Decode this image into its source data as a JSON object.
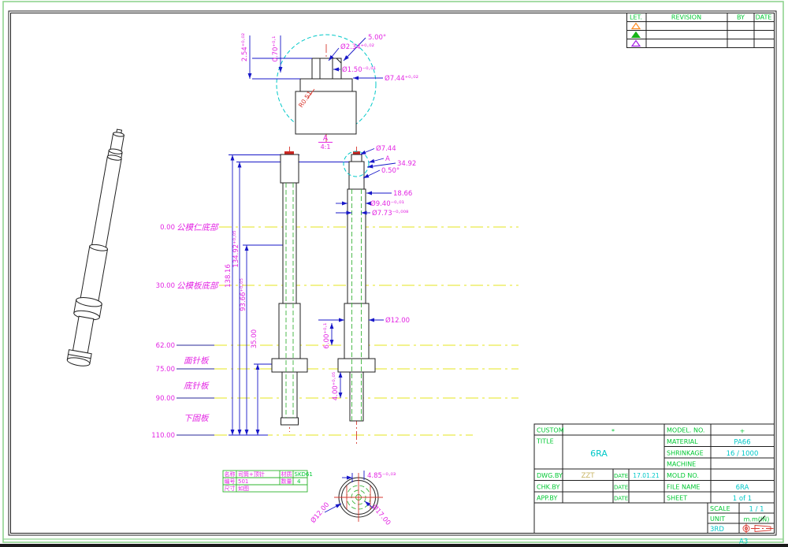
{
  "sheet": {
    "size": "A3"
  },
  "revision_table": {
    "col_let": "LET.",
    "col_revision": "REVISION",
    "col_by": "BY",
    "col_date": "DATE"
  },
  "title_block": {
    "custom_label": "CUSTOM",
    "custom_value": "*",
    "title_label": "TITLE",
    "title_value": "6RA",
    "model_label": "MODEL. NO.",
    "model_value": "+",
    "material_label": "MATERIAL",
    "material_value": "PA66",
    "shrinkage_label": "SHRINKAGE",
    "shrinkage_value": "16 / 1000",
    "machine_label": "MACHINE",
    "dwg_by_label": "DWG.BY",
    "dwg_by_value": "ZZT",
    "dwg_date_label": "DATE",
    "dwg_date_value": "17.01.21",
    "chk_by_label": "CHK.BY",
    "chk_date_label": "DATE",
    "app_by_label": "APP.BY",
    "app_date_label": "DATE",
    "mold_label": "MOLD NO.",
    "file_label": "FILE NAME",
    "file_value": "6RA",
    "sheet_label": "SHEET",
    "sheet_value": "1 of 1",
    "scale_label": "SCALE",
    "scale_value": "1 / 1",
    "unit_label": "UNIT",
    "unit_value": "m.m(IN)",
    "projection_label": "3RD"
  },
  "parts_table": {
    "r1c1": "名称",
    "r1c2": "司筒+顶针",
    "r1c3": "材质",
    "r1c4": "SKD61",
    "r2c1": "编号",
    "r2c2": "501",
    "r2c3": "数量",
    "r2c4": "4",
    "r3c1": "尺寸",
    "r3c2": "如图"
  },
  "levels": {
    "l0": "0.00",
    "l30": "30.00",
    "l62": "62.00",
    "l75": "75.00",
    "l90": "90.00",
    "l110": "110.00",
    "n0": "公模仁底部",
    "n30": "公模板底部",
    "n62": "面针板",
    "n75": "底针板",
    "n90": "下固板"
  },
  "dims": {
    "d1": "2.54⁺⁰·⁰²",
    "d2": "0.70⁺⁰·¹",
    "d3": "5.00°",
    "d4": "Ø2.34⁺⁰·⁰²",
    "d5": "Ø1.50⁻⁰·⁰¹",
    "d6": "Ø7.44⁺⁰·⁰²",
    "d7": "R0.51",
    "d8": "Ø7.44",
    "d9": "34.92",
    "d10": "0.50°",
    "d11": "18.66",
    "d12": "Ø9.40⁻⁰·⁰¹",
    "d13": "Ø7.73⁻⁰·⁰⁰⁸",
    "d14": "138.16",
    "d15": "134.92⁺⁰·⁰⁵",
    "d16": "93.66⁺⁰·⁰⁵",
    "d17": "35.00",
    "d18": "6.00⁺⁰·¹",
    "d19": "4.00⁺⁰·⁰⁵",
    "d20": "Ø12.00",
    "d21": "4.85⁻⁰·⁰³",
    "d22": "Ø12.00",
    "d23": "Ø17.00"
  },
  "detail": {
    "label": "A",
    "scale": "4:1",
    "marker": "A"
  }
}
